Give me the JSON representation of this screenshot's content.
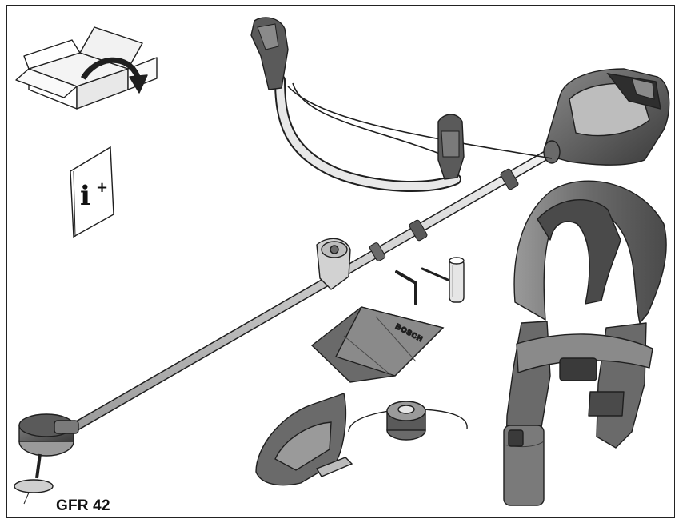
{
  "figure": {
    "model_label": "GFR 42",
    "info_symbol": "i",
    "info_plus": "+",
    "bag_logo": "BOSCH"
  },
  "colors": {
    "outline": "#1f1f1f",
    "dark_gray": "#4a4a4a",
    "mid_gray": "#8c8c8c",
    "light_gray": "#c8c8c8",
    "pale_gray": "#e4e4e4",
    "background": "#ffffff"
  },
  "icons": [
    "unpack-box-icon",
    "instruction-manual-icon"
  ]
}
